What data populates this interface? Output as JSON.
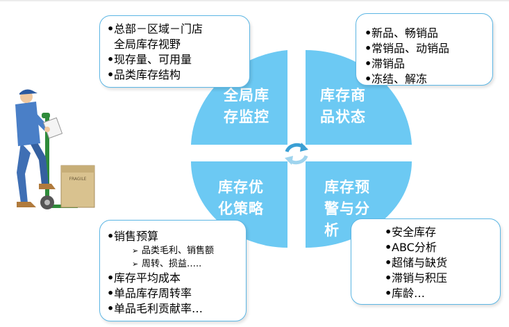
{
  "quadrants": {
    "top_left": [
      "全局库",
      "存监控"
    ],
    "top_right": [
      "库存商",
      "品状态"
    ],
    "bottom_left": [
      "库存优",
      "化策略"
    ],
    "bottom_right": [
      "库存预",
      "警与分",
      "析"
    ]
  },
  "boxes": {
    "top_left": {
      "items": [
        "总部－区域－门店",
        "全局库存视野",
        "现存量、可用量",
        "品类库存结构"
      ]
    },
    "top_right": {
      "items": [
        "新品、畅销品",
        "常销品、动销品",
        "滞销品",
        "冻结、解冻"
      ]
    },
    "bottom_left": {
      "item1": "销售预算",
      "sub1": "品类毛利、销售额",
      "sub2": "周转、损益…..",
      "item2": "库存平均成本",
      "item3": "单品库存周转率",
      "item4": "单品毛利贡献率…"
    },
    "bottom_right": {
      "items": [
        "安全库存",
        "ABC分析",
        "超储与缺货",
        "滞销与积压",
        "库龄…"
      ]
    }
  },
  "illustration": {
    "box_label": "FRAGILE"
  },
  "colors": {
    "quadrant": "#6cc9f3",
    "border": "#5cb6e4",
    "cycle": "#3a9fd4"
  }
}
